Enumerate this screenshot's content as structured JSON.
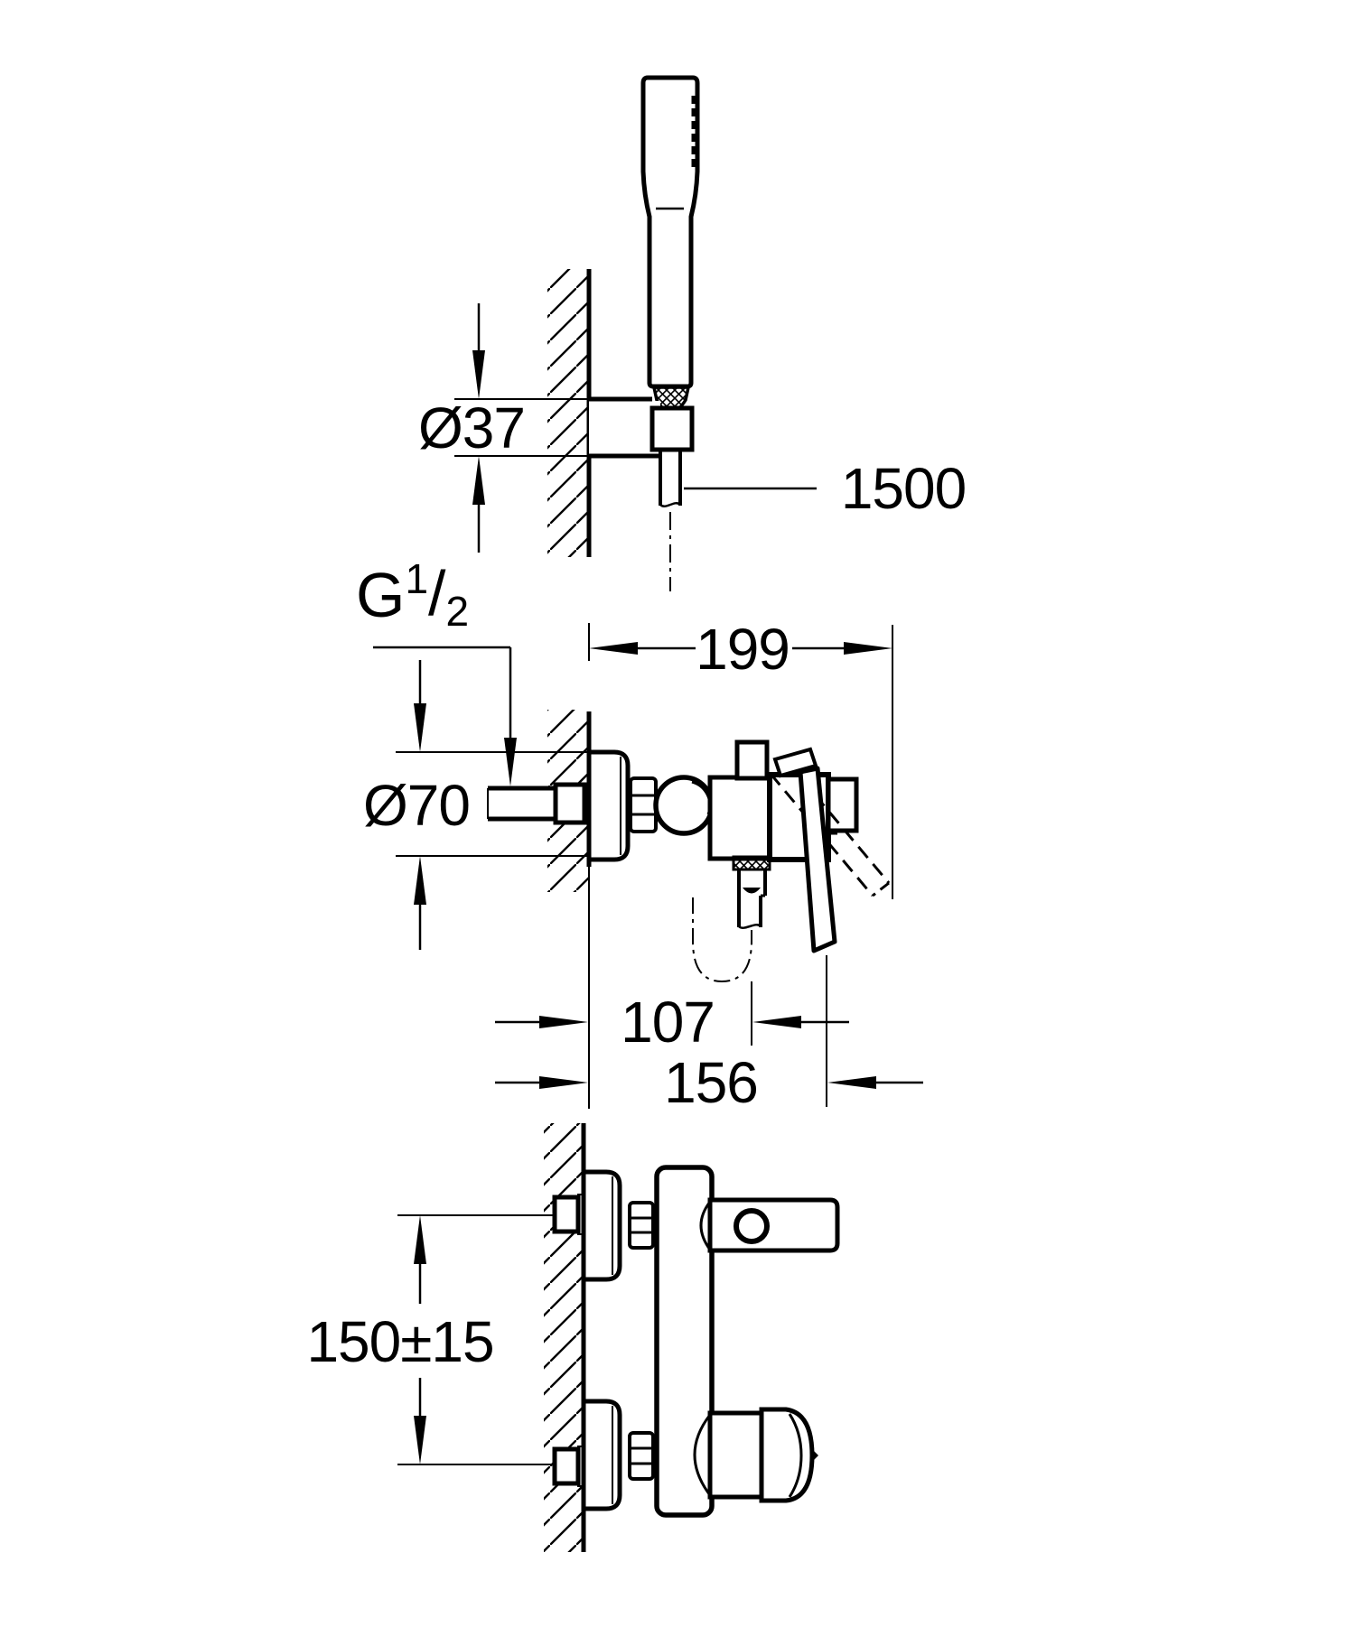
{
  "document": {
    "type": "technical-installation-drawing",
    "background_color": "#ffffff",
    "line_color": "#000000"
  },
  "labels": {
    "hose_length": "1500",
    "holder_diameter": "Ø37",
    "thread_g": "G",
    "thread_sup": "1",
    "thread_slash": "/",
    "thread_sub": "2",
    "projection_depth": "199",
    "escutcheon_diameter": "Ø70",
    "outlet_offset": "107",
    "lever_offset": "156",
    "inlet_spacing": "150±15"
  }
}
